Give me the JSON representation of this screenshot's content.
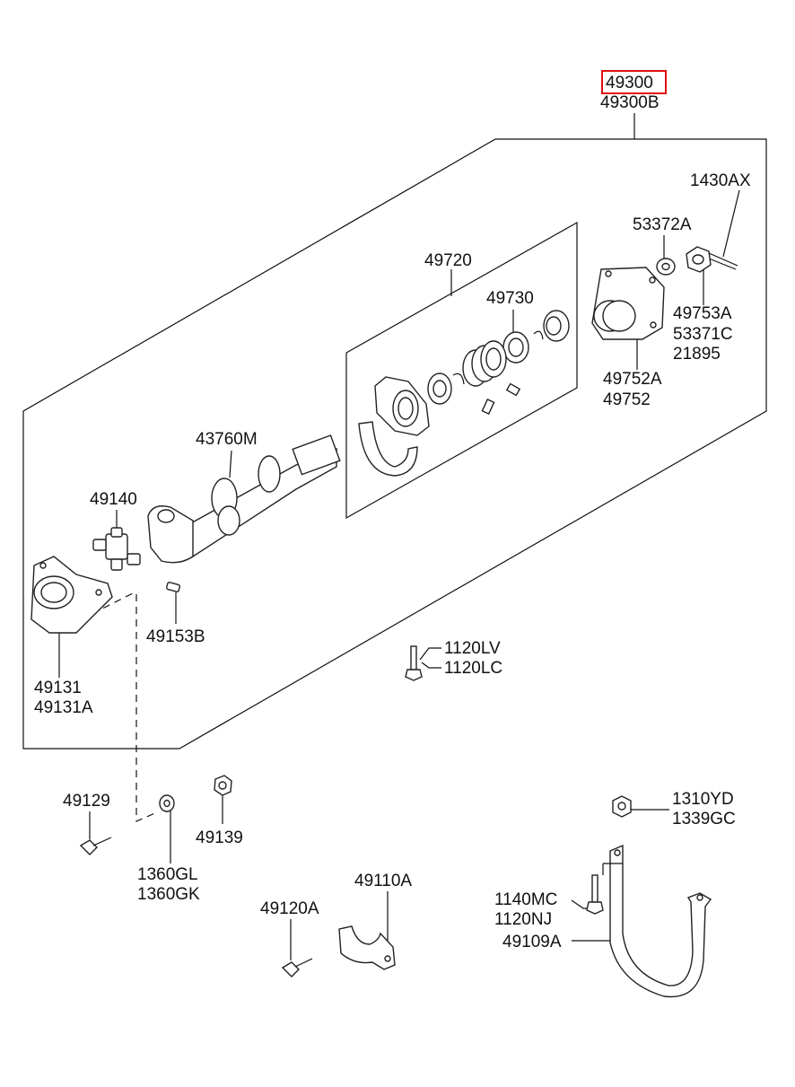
{
  "labels": {
    "l49300": "49300",
    "l49300B": "49300B",
    "l1430AX": "1430AX",
    "l53372A": "53372A",
    "l49720": "49720",
    "l49730": "49730",
    "l49753A": "49753A",
    "l53371C": "53371C",
    "l21895": "21895",
    "l49752A": "49752A",
    "l49752": "49752",
    "l43760M": "43760M",
    "l49140": "49140",
    "l49153B": "49153B",
    "l49131": "49131",
    "l49131A": "49131A",
    "l1120LV": "1120LV",
    "l1120LC": "1120LC",
    "l49129": "49129",
    "l49139": "49139",
    "l1360GL": "1360GL",
    "l1360GK": "1360GK",
    "l1310YD": "1310YD",
    "l1339GC": "1339GC",
    "l49110A": "49110A",
    "l49120A": "49120A",
    "l1140MC": "1140MC",
    "l1120NJ": "1120NJ",
    "l49109A": "49109A"
  },
  "highlight_color": "#e01010"
}
